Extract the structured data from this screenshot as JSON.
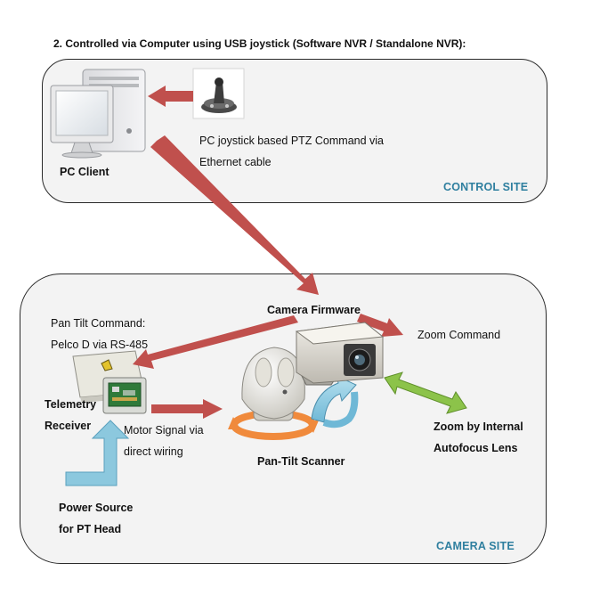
{
  "heading": "2.   Controlled via Computer using USB joystick (Software NVR / Standalone NVR):",
  "control_site": {
    "label": "CONTROL SITE",
    "pc_client": "PC Client",
    "joystick_caption_line1": "PC joystick based PTZ Command via",
    "joystick_caption_line2": "Ethernet cable"
  },
  "camera_site": {
    "label": "CAMERA SITE",
    "camera_firmware": "Camera Firmware",
    "pan_tilt_cmd_line1": "Pan  Tilt  Command:",
    "pan_tilt_cmd_line2": "Pelco D via RS-485",
    "telemetry_line1": "Telemetry",
    "telemetry_line2": "Receiver",
    "motor_line1": "Motor Signal via",
    "motor_line2": "direct wiring",
    "pan_tilt_scanner": "Pan-Tilt Scanner",
    "zoom_command": "Zoom Command",
    "zoom_lens_line1": "Zoom  by  Internal",
    "zoom_lens_line2": "Autofocus Lens",
    "power_line1": "Power   Source",
    "power_line2": "for PT Head"
  },
  "colors": {
    "arrow_red": "#c0504d",
    "arrow_blue": "#8cc8de",
    "arrow_green": "#8cc34a",
    "arrow_orange": "#f08a3c",
    "site_label": "#2f7f9f"
  }
}
